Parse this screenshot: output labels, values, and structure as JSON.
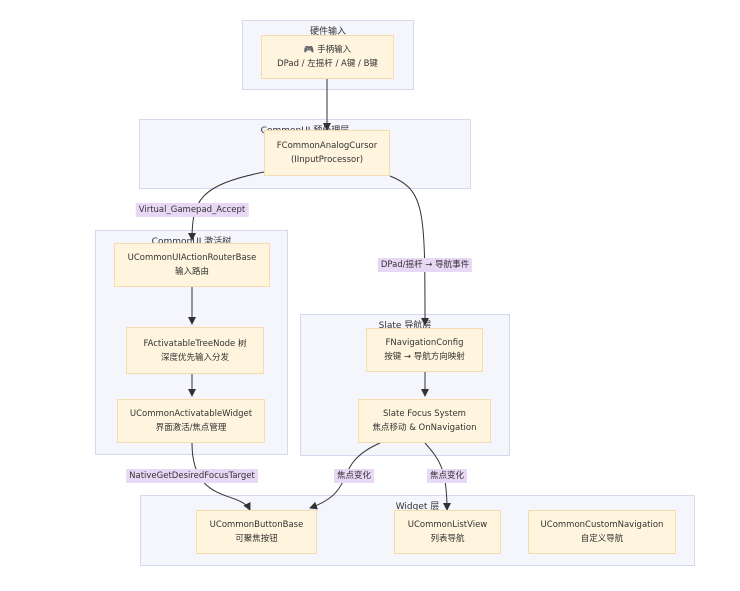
{
  "clusters": {
    "hardware": "硬件输入",
    "commonui_pre": "CommonUI 预处理层",
    "activation_tree": "CommonUI 激活树",
    "slate_nav": "Slate 导航层",
    "widget_layer": "Widget 层"
  },
  "nodes": {
    "gamepad": {
      "icon": "🎮",
      "line1": "手柄输入",
      "line2": "DPad / 左摇杆 / A键 / B键"
    },
    "analog_cursor": {
      "line1": "FCommonAnalogCursor",
      "line2": "(IInputProcessor)"
    },
    "action_router": {
      "line1": "UCommonUIActionRouterBase",
      "line2": "输入路由"
    },
    "tree_node": {
      "line1": "FActivatableTreeNode 树",
      "line2": "深度优先输入分发"
    },
    "activatable_widget": {
      "line1": "UCommonActivatableWidget",
      "line2": "界面激活/焦点管理"
    },
    "nav_config": {
      "line1": "FNavigationConfig",
      "line2": "按键 → 导航方向映射"
    },
    "focus_system": {
      "line1": "Slate Focus System",
      "line2": "焦点移动 & OnNavigation"
    },
    "button_base": {
      "line1": "UCommonButtonBase",
      "line2": "可聚焦按钮"
    },
    "list_view": {
      "line1": "UCommonListView",
      "line2": "列表导航"
    },
    "custom_nav": {
      "line1": "UCommonCustomNavigation",
      "line2": "自定义导航"
    }
  },
  "edge_labels": {
    "virtual_accept": "Virtual_Gamepad_Accept",
    "dpad_nav": "DPad/摇杆 → 导航事件",
    "native_focus": "NativeGetDesiredFocusTarget",
    "focus_change_1": "焦点变化",
    "focus_change_2": "焦点变化"
  },
  "colors": {
    "node_fill": "#fff4dd",
    "node_border": "#f3dcae",
    "cluster_fill": "#f5f5fc",
    "cluster_border": "#d6d8ee",
    "edge_label_bg": "#e8d7f5",
    "edge_stroke": "#333333"
  }
}
